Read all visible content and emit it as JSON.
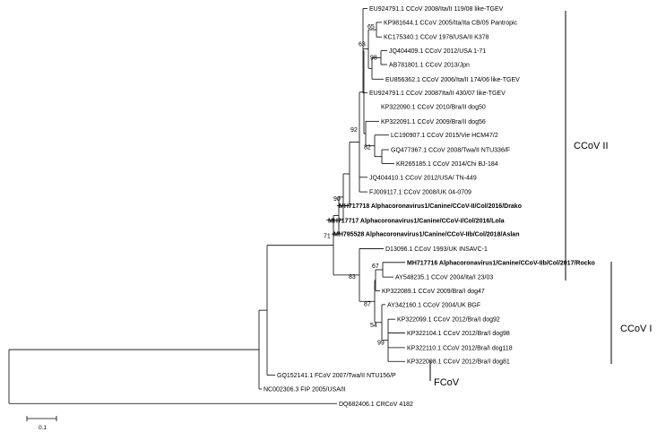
{
  "tree": {
    "leaves": [
      {
        "label": "EU924791.1 CCoV 2008/Ita/II 119/08 like-TGEV",
        "bold": false
      },
      {
        "label": "KP981644.1 CCoV 2005/Ita/Ita CB/05 Pantropic",
        "bold": false
      },
      {
        "label": "KC175340.1 CCoV 1978/USA/II K378",
        "bold": false
      },
      {
        "label": "JQ404409.1 CCoV 2012/USA 1-71",
        "bold": false
      },
      {
        "label": "AB781801.1 CCoV 2013/Jpn",
        "bold": false
      },
      {
        "label": "EU856362.1 CCoV 2006/Ita/II 174/06 like-TGEV",
        "bold": false
      },
      {
        "label": "EU924791.1 CCoV 20087Ita/II 430/07 like-TGEV",
        "bold": false
      },
      {
        "label": "KP322090.1 CCoV 2010/Bra/II dog50",
        "bold": false
      },
      {
        "label": "KP322091.1 CCoV 2009/Bra/II dog56",
        "bold": false
      },
      {
        "label": "LC190907.1 CCoV 2015/Vie HCM47/2",
        "bold": false
      },
      {
        "label": "GQ477367.1 CCoV 2008/Twa/II NTU336/F",
        "bold": false
      },
      {
        "label": "KR265185.1 CCoV 2014/Chi BJ-184",
        "bold": false
      },
      {
        "label": "JQ404410.1 CCoV 2012/USA/ TN-449",
        "bold": false
      },
      {
        "label": "FJ009117.1 CCoV 2008/UK 04-0709",
        "bold": false
      },
      {
        "label": "MH717718 Alphacoronavirus1/Canine/CCoV-II/Col/2016/Drako",
        "bold": true
      },
      {
        "label": "MH717717 Alphacoronavirus1/Canine/CCoV-I/Col/2016/Lola",
        "bold": true
      },
      {
        "label": "MH795528 Alphacoronavirus1/Canine/CCoV-IIb/Col/2018/Aslan",
        "bold": true
      },
      {
        "label": "D13096.1 CCoV 1993/UK INSAVC-1",
        "bold": false
      },
      {
        "label": "MH717716 Alphacoronavirus1/Canine/CCoV-IIb/Col/2017/Rocko",
        "bold": true
      },
      {
        "label": "AY548235.1 CCoV 2004/Ita/I 23/03",
        "bold": false
      },
      {
        "label": "KP322089.1 CCoV 2009/Bra/I dog47",
        "bold": false
      },
      {
        "label": "AY342160.1 CCoV 2004/UK BGF",
        "bold": false
      },
      {
        "label": "KP322099.1 CCoV 2012/Bra/I dog92",
        "bold": false
      },
      {
        "label": "KP322104.1 CCoV 2012/Bra/I dog98",
        "bold": false
      },
      {
        "label": "KP322110.1 CCoV 2012/Bra/I dog118",
        "bold": false
      },
      {
        "label": "KP322098.1 CCoV 2012/Bra/I dog81",
        "bold": false
      },
      {
        "label": "GQ152141.1 FCoV 2007/Twa/II NTU156/P",
        "bold": false
      },
      {
        "label": "NC002306.3 FIP 2005/USA/II",
        "bold": false
      },
      {
        "label": "DQ682406.1 CRCoV 4182",
        "bold": false
      }
    ],
    "bootstrap": [
      "63",
      "65",
      "98",
      "92",
      "82",
      "90",
      "71",
      "83",
      "67",
      "87",
      "54",
      "99"
    ],
    "clades": [
      {
        "label": "CCoV II"
      },
      {
        "label": "CCoV I"
      },
      {
        "label": "FCoV"
      }
    ],
    "scale_label": "0.1"
  }
}
